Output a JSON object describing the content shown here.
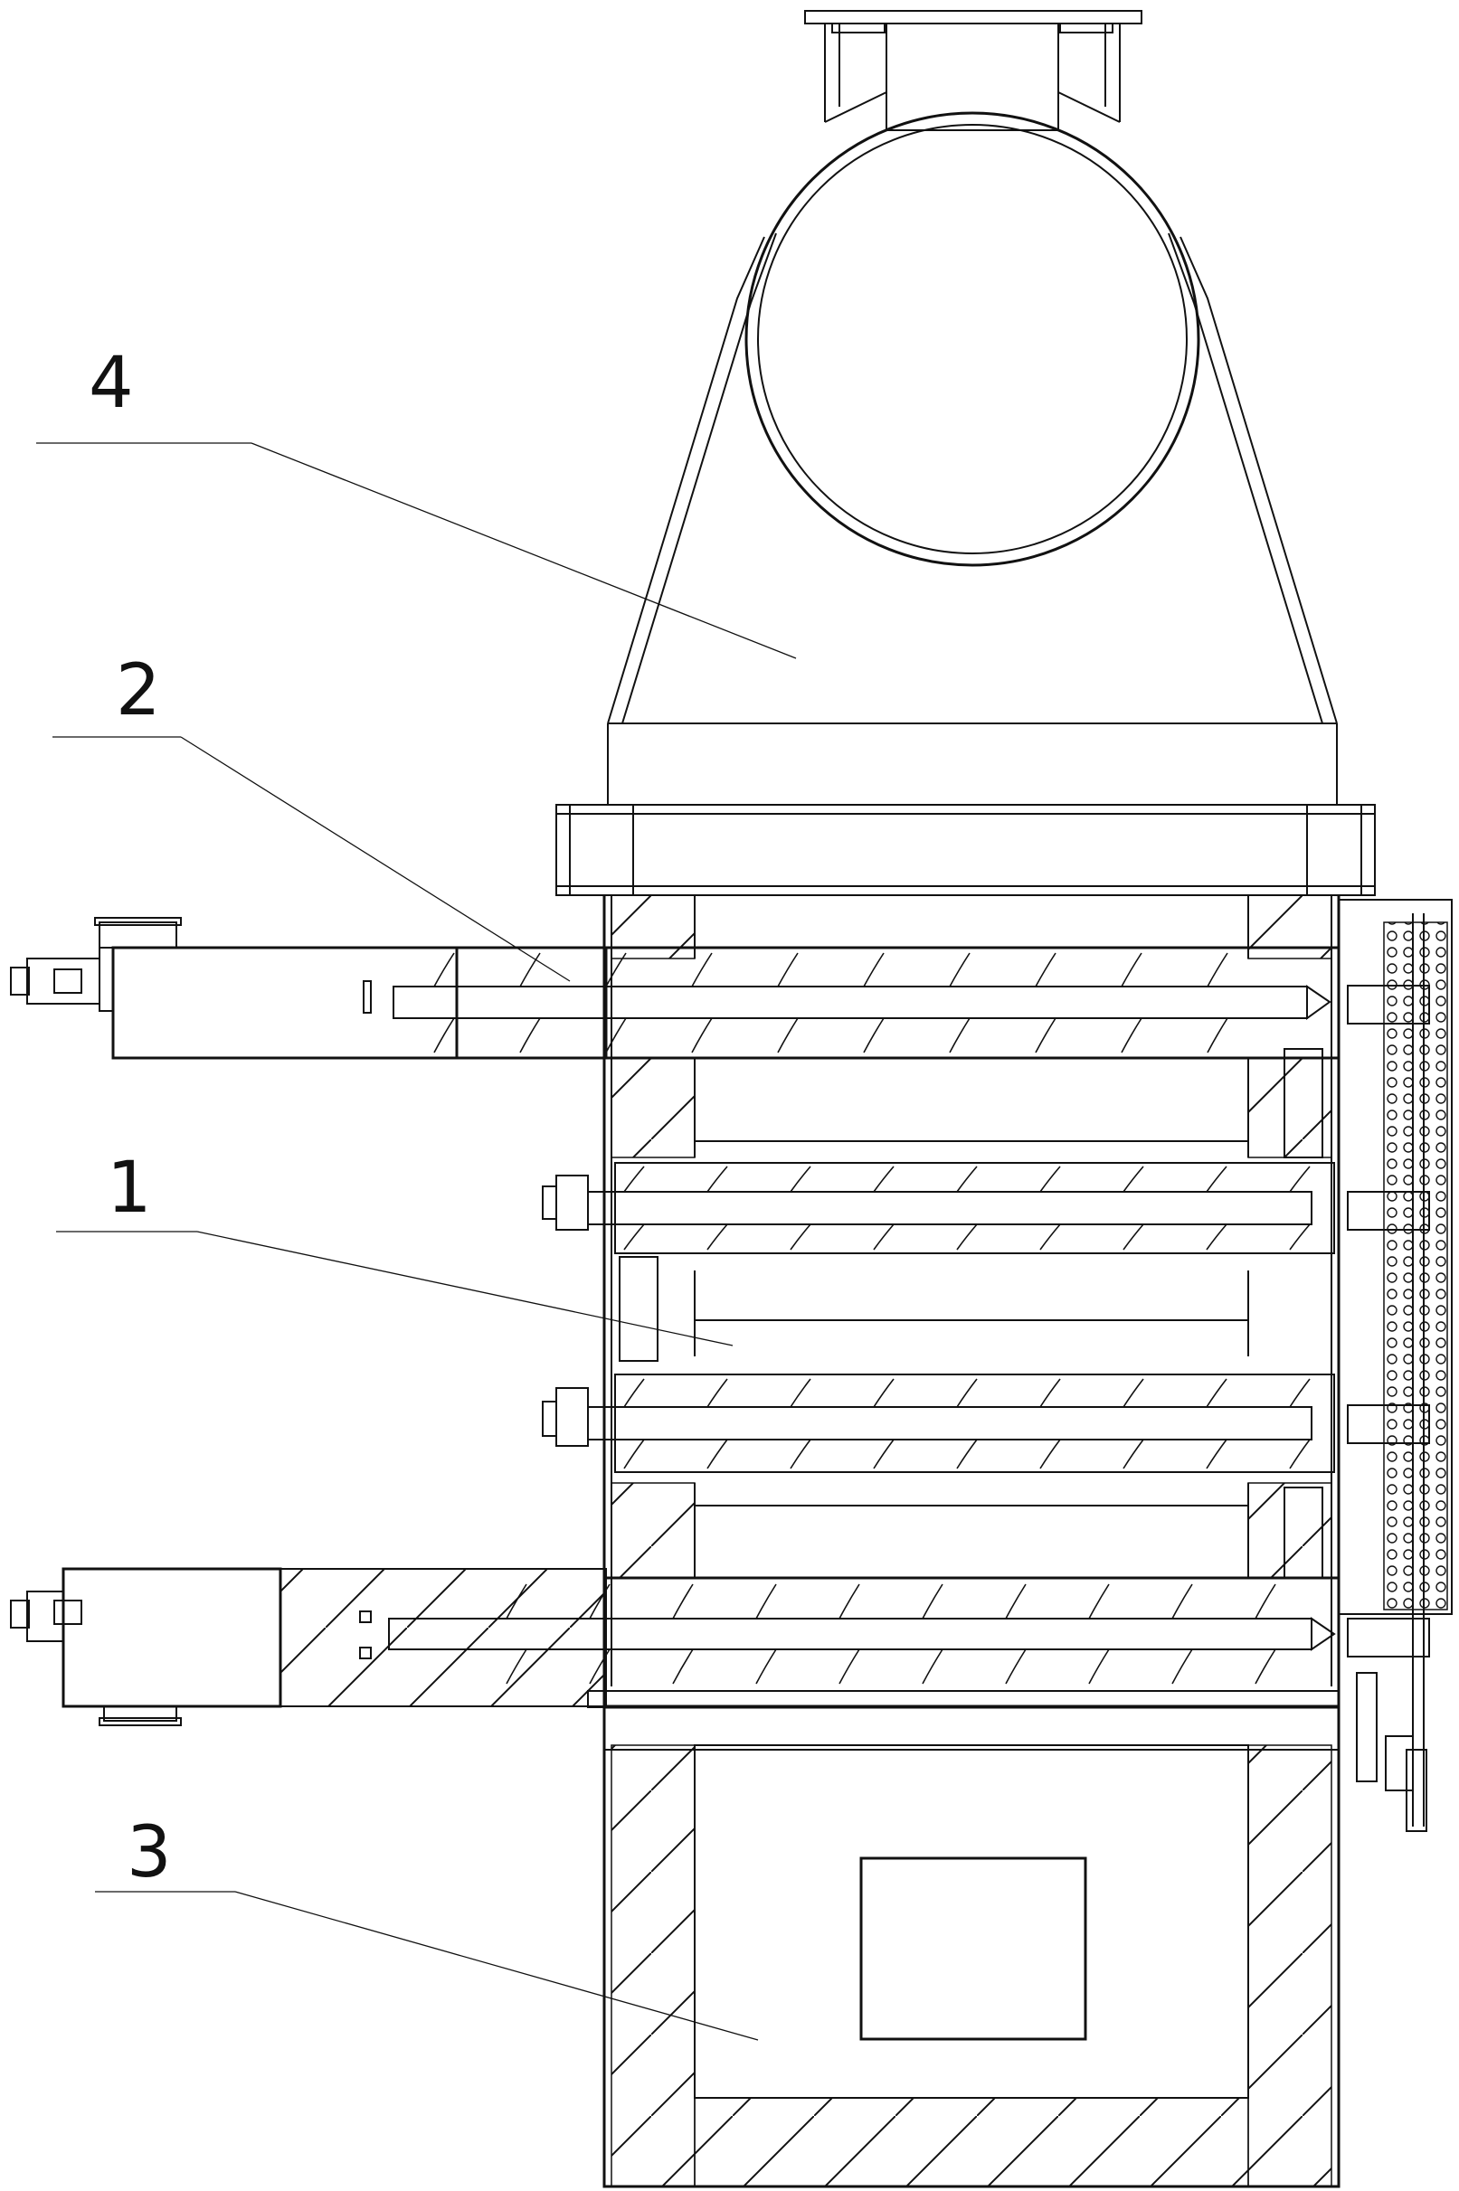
{
  "drawing": {
    "line_color": "#111111",
    "background": "#ffffff",
    "callouts": [
      {
        "id": "4",
        "label": "4"
      },
      {
        "id": "2",
        "label": "2"
      },
      {
        "id": "1",
        "label": "1"
      },
      {
        "id": "3",
        "label": "3"
      }
    ]
  }
}
